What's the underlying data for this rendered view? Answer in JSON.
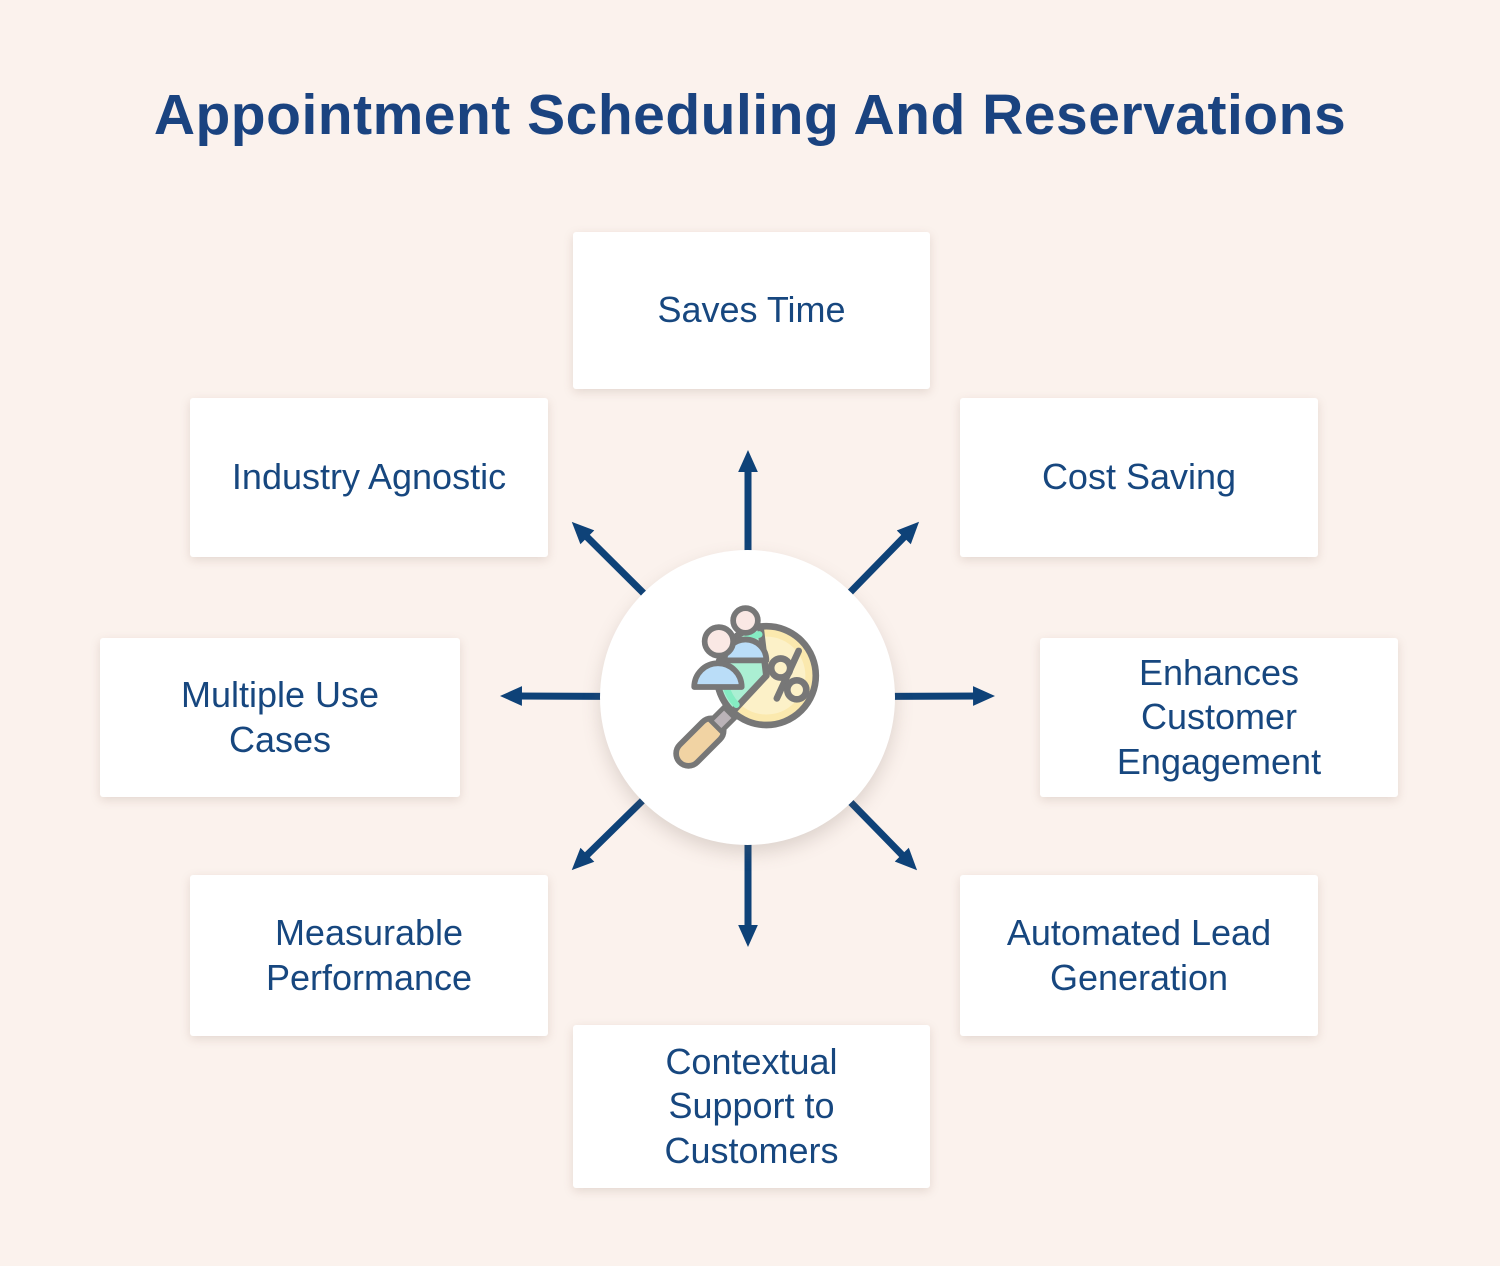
{
  "title": "Appointment Scheduling And Reservations",
  "nodes": [
    {
      "id": "saves-time",
      "label": "Saves Time"
    },
    {
      "id": "cost-saving",
      "label": "Cost Saving"
    },
    {
      "id": "enhances-customer-engagement",
      "label": "Enhances Customer Engagement"
    },
    {
      "id": "automated-lead-generation",
      "label": "Automated Lead Generation"
    },
    {
      "id": "contextual-support-to-customers",
      "label": "Contextual Support to Customers"
    },
    {
      "id": "measurable-performance",
      "label": "Measurable Performance"
    },
    {
      "id": "multiple-use-cases",
      "label": "Multiple Use Cases"
    },
    {
      "id": "industry-agnostic",
      "label": "Industry Agnostic"
    }
  ],
  "icons": {
    "center": "magnifier-pie-chart-audience-icon"
  },
  "colors": {
    "background": "#FBF2ED",
    "node_background": "#FFFFFF",
    "text": "#17477F",
    "title": "#1A4380",
    "arrow": "#0E4278",
    "icon_green": "#ABEFD3",
    "icon_yellow": "#FBE9AE",
    "icon_blue": "#BADDF8",
    "icon_skin": "#FAE8E4",
    "icon_tan": "#F1D3A3",
    "icon_outline": "#777777"
  }
}
